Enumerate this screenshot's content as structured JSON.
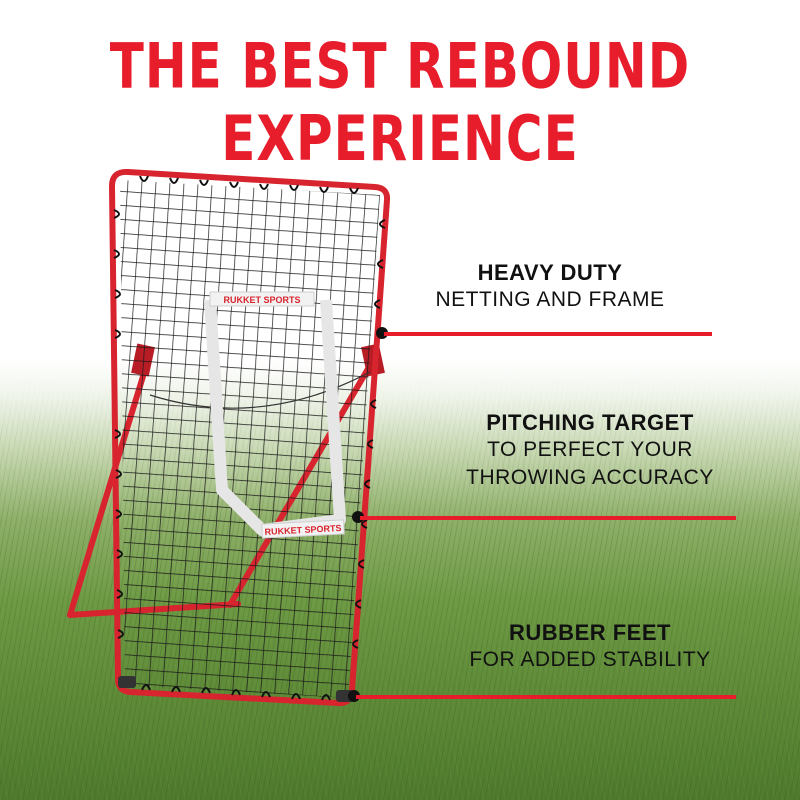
{
  "headline": "THE BEST REBOUND EXPERIENCE",
  "colors": {
    "accent": "#e81d2c",
    "frame": "#d8242e",
    "text": "#111111"
  },
  "product": {
    "brand_label": "RUKKET SPORTS"
  },
  "callouts": [
    {
      "title": "HEAVY DUTY",
      "lines": [
        "NETTING AND FRAME"
      ]
    },
    {
      "title": "PITCHING TARGET",
      "lines": [
        "TO PERFECT YOUR",
        "THROWING ACCURACY"
      ]
    },
    {
      "title": "RUBBER FEET",
      "lines": [
        "FOR ADDED STABILITY"
      ]
    }
  ]
}
